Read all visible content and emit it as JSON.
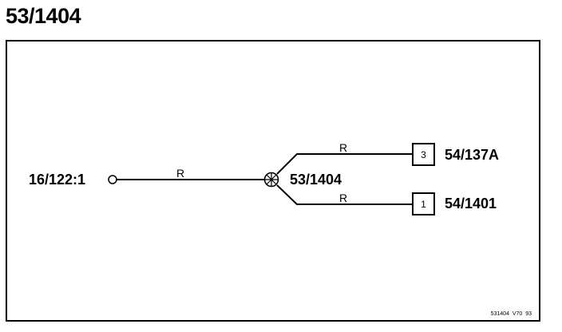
{
  "title": "53/1404",
  "left_connector": {
    "label": "16/122:1"
  },
  "splice": {
    "label": "53/1404"
  },
  "wires": {
    "main": {
      "color_code": "R"
    },
    "upper": {
      "color_code": "R"
    },
    "lower": {
      "color_code": "R"
    }
  },
  "terminals": [
    {
      "pin": "3",
      "label": "54/137A"
    },
    {
      "pin": "1",
      "label": "54/1401"
    }
  ],
  "reference_code": "531404  V70  93",
  "colors": {
    "line": "#000000",
    "background": "#ffffff"
  }
}
